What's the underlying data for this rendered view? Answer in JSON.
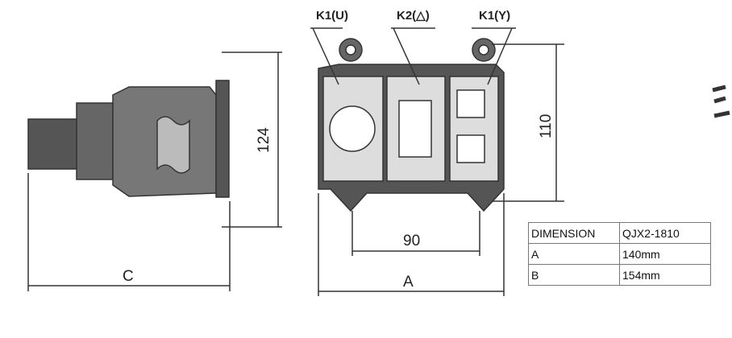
{
  "labels": {
    "k1_u": "K1(U)",
    "k2_delta": "K2(△)",
    "k1_y": "K1(Y)"
  },
  "dimensions": {
    "height_side": "124",
    "height_front": "110",
    "mount_spacing": "90",
    "width_front": "A",
    "depth_side": "C"
  },
  "table": {
    "header": [
      "DIMENSION",
      "QJX2-1810"
    ],
    "rows": [
      [
        "A",
        "140mm"
      ],
      [
        "B",
        "154mm"
      ]
    ]
  }
}
